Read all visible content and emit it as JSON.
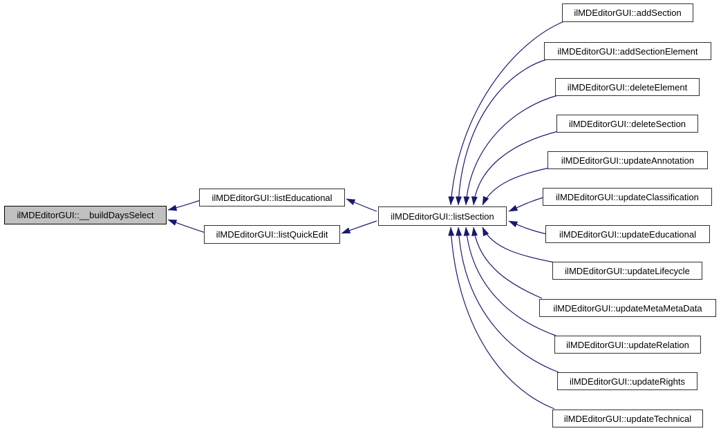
{
  "graph": {
    "type": "call-graph",
    "focus_node_id": "buildDaysSelect",
    "colors": {
      "edge": "#191970",
      "node_border": "#2f2f2f",
      "node_fill": "#ffffff",
      "focus_node_fill": "#c0c0c0",
      "background": "#ffffff",
      "text": "#000000"
    },
    "nodes": [
      {
        "id": "buildDaysSelect",
        "label": "ilMDEditorGUI::__buildDaysSelect",
        "highlighted": true
      },
      {
        "id": "listEducational",
        "label": "ilMDEditorGUI::listEducational",
        "highlighted": false
      },
      {
        "id": "listQuickEdit",
        "label": "ilMDEditorGUI::listQuickEdit",
        "highlighted": false
      },
      {
        "id": "listSection",
        "label": "ilMDEditorGUI::listSection",
        "highlighted": false
      },
      {
        "id": "addSection",
        "label": "ilMDEditorGUI::addSection",
        "highlighted": false
      },
      {
        "id": "addSectionElement",
        "label": "ilMDEditorGUI::addSectionElement",
        "highlighted": false
      },
      {
        "id": "deleteElement",
        "label": "ilMDEditorGUI::deleteElement",
        "highlighted": false
      },
      {
        "id": "deleteSection",
        "label": "ilMDEditorGUI::deleteSection",
        "highlighted": false
      },
      {
        "id": "updateAnnotation",
        "label": "ilMDEditorGUI::updateAnnotation",
        "highlighted": false
      },
      {
        "id": "updateClassification",
        "label": "ilMDEditorGUI::updateClassification",
        "highlighted": false
      },
      {
        "id": "updateEducational",
        "label": "ilMDEditorGUI::updateEducational",
        "highlighted": false
      },
      {
        "id": "updateLifecycle",
        "label": "ilMDEditorGUI::updateLifecycle",
        "highlighted": false
      },
      {
        "id": "updateMetaMetaData",
        "label": "ilMDEditorGUI::updateMetaMetaData",
        "highlighted": false
      },
      {
        "id": "updateRelation",
        "label": "ilMDEditorGUI::updateRelation",
        "highlighted": false
      },
      {
        "id": "updateRights",
        "label": "ilMDEditorGUI::updateRights",
        "highlighted": false
      },
      {
        "id": "updateTechnical",
        "label": "ilMDEditorGUI::updateTechnical",
        "highlighted": false
      }
    ],
    "edges": [
      {
        "from": "listEducational",
        "to": "buildDaysSelect"
      },
      {
        "from": "listQuickEdit",
        "to": "buildDaysSelect"
      },
      {
        "from": "listSection",
        "to": "listEducational"
      },
      {
        "from": "listSection",
        "to": "listQuickEdit"
      },
      {
        "from": "addSection",
        "to": "listSection"
      },
      {
        "from": "addSectionElement",
        "to": "listSection"
      },
      {
        "from": "deleteElement",
        "to": "listSection"
      },
      {
        "from": "deleteSection",
        "to": "listSection"
      },
      {
        "from": "updateAnnotation",
        "to": "listSection"
      },
      {
        "from": "updateClassification",
        "to": "listSection"
      },
      {
        "from": "updateEducational",
        "to": "listSection"
      },
      {
        "from": "updateLifecycle",
        "to": "listSection"
      },
      {
        "from": "updateMetaMetaData",
        "to": "listSection"
      },
      {
        "from": "updateRelation",
        "to": "listSection"
      },
      {
        "from": "updateRights",
        "to": "listSection"
      },
      {
        "from": "updateTechnical",
        "to": "listSection"
      }
    ]
  }
}
